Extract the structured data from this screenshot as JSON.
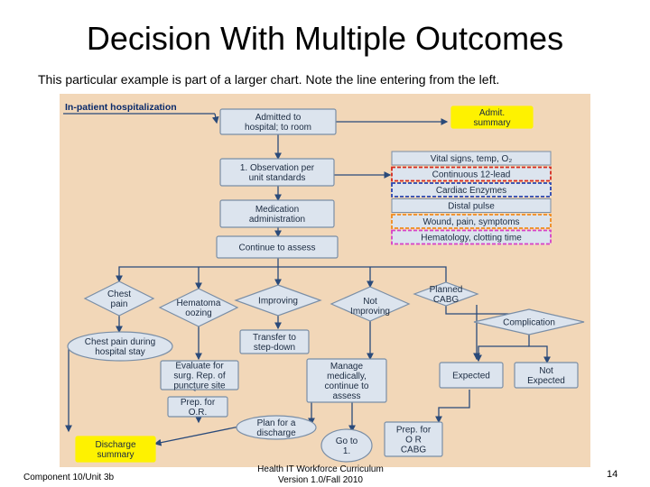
{
  "slide": {
    "title": "Decision With Multiple Outcomes",
    "subtitle": "This particular example is part of a larger chart.  Note the line entering from the left.",
    "footer_left": "Component 10/Unit 3b",
    "footer_center_line1": "Health IT Workforce Curriculum",
    "footer_center_line2": "Version 1.0/Fall 2010",
    "page_number": "14"
  },
  "colors": {
    "background": "#f2d7b8",
    "box_fill": "#dce4ee",
    "box_stroke": "#7a8ea6",
    "yellow_fill": "#fef200",
    "line": "#2a4a7a",
    "dash_red": "#d62a1e",
    "dash_blue": "#2a45b0",
    "dash_orange": "#f08a1e",
    "dash_magenta": "#d640c8"
  },
  "flowchart": {
    "header": "In-patient hospitalization",
    "admitted": [
      "Admitted to",
      "hospital; to room"
    ],
    "admit_summary": [
      "Admit.",
      "summary"
    ],
    "observation": [
      "1. Observation per",
      "unit standards"
    ],
    "medication": [
      "Medication",
      "administration"
    ],
    "continue_assess": [
      "Continue to assess"
    ],
    "observations": [
      {
        "label": "Vital signs, temp, O₂",
        "border": "none"
      },
      {
        "label": "Continuous 12-lead",
        "border": "red"
      },
      {
        "label": "Cardiac Enzymes",
        "border": "blue"
      },
      {
        "label": "Distal pulse",
        "border": "none"
      },
      {
        "label": "Wound, pain, symptoms",
        "border": "orange"
      },
      {
        "label": "Hematology, clotting time",
        "border": "magenta"
      }
    ],
    "chest_pain": [
      "Chest",
      "pain"
    ],
    "hematoma": [
      "Hematoma",
      "oozing"
    ],
    "improving": [
      "Improving"
    ],
    "not_improving": [
      "Not",
      "Improving"
    ],
    "planned_cabg": [
      "Planned",
      "CABG"
    ],
    "complication": [
      "Complication"
    ],
    "chest_pain_stay": [
      "Chest pain during",
      "hospital stay"
    ],
    "evaluate": [
      "Evaluate for",
      "surg. Rep. of",
      "puncture site"
    ],
    "prep_or": [
      "Prep. for",
      "O.R."
    ],
    "transfer": [
      "Transfer to",
      "step-down"
    ],
    "manage": [
      "Manage",
      "medically,",
      "continue to",
      "assess"
    ],
    "expected": [
      "Expected"
    ],
    "not_expected": [
      "Not",
      "Expected"
    ],
    "plan_discharge": [
      "Plan for a",
      "discharge"
    ],
    "go_to": [
      "Go to",
      "1."
    ],
    "prep_or_cabg": [
      "Prep. for",
      "O R",
      "CABG"
    ],
    "discharge_summary": [
      "Discharge",
      "summary"
    ]
  }
}
